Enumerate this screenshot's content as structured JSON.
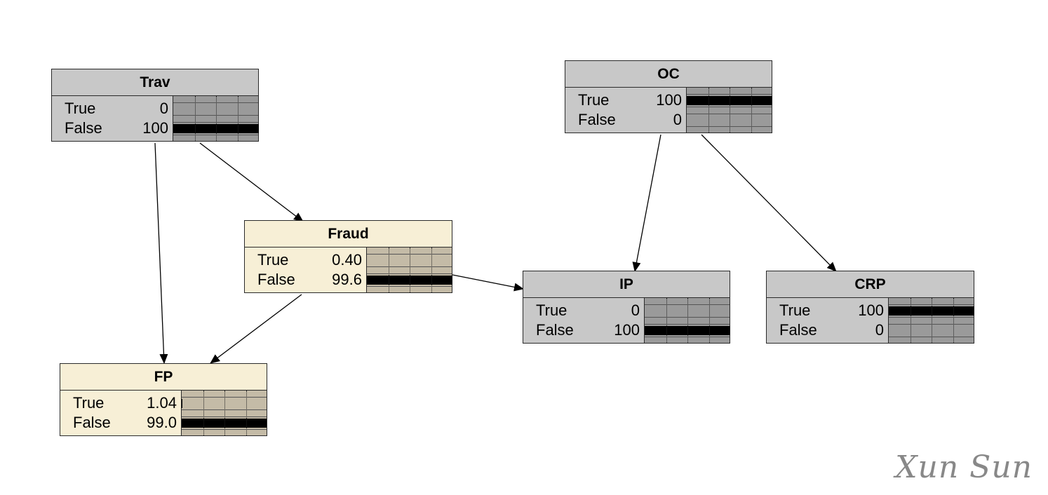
{
  "nodes": [
    {
      "id": "trav",
      "title": "Trav",
      "style": "evidence",
      "states": [
        {
          "label": "True",
          "value": "0",
          "pct": 0
        },
        {
          "label": "False",
          "value": "100",
          "pct": 100
        }
      ]
    },
    {
      "id": "oc",
      "title": "OC",
      "style": "evidence",
      "states": [
        {
          "label": "True",
          "value": "100",
          "pct": 100
        },
        {
          "label": "False",
          "value": "0",
          "pct": 0
        }
      ]
    },
    {
      "id": "fraud",
      "title": "Fraud",
      "style": "belief",
      "states": [
        {
          "label": "True",
          "value": "0.40",
          "pct": 0.4
        },
        {
          "label": "False",
          "value": "99.6",
          "pct": 99.6
        }
      ]
    },
    {
      "id": "ip",
      "title": "IP",
      "style": "evidence",
      "states": [
        {
          "label": "True",
          "value": "0",
          "pct": 0
        },
        {
          "label": "False",
          "value": "100",
          "pct": 100
        }
      ]
    },
    {
      "id": "crp",
      "title": "CRP",
      "style": "evidence",
      "states": [
        {
          "label": "True",
          "value": "100",
          "pct": 100
        },
        {
          "label": "False",
          "value": "0",
          "pct": 0
        }
      ]
    },
    {
      "id": "fp",
      "title": "FP",
      "style": "belief",
      "states": [
        {
          "label": "True",
          "value": "1.04",
          "pct": 1.04
        },
        {
          "label": "False",
          "value": "99.0",
          "pct": 99.0
        }
      ]
    }
  ],
  "edges": [
    {
      "from": "trav",
      "to": "fraud"
    },
    {
      "from": "trav",
      "to": "fp"
    },
    {
      "from": "fraud",
      "to": "fp"
    },
    {
      "from": "fraud",
      "to": "ip"
    },
    {
      "from": "oc",
      "to": "ip"
    },
    {
      "from": "oc",
      "to": "crp"
    }
  ],
  "signature": "Xun Sun"
}
